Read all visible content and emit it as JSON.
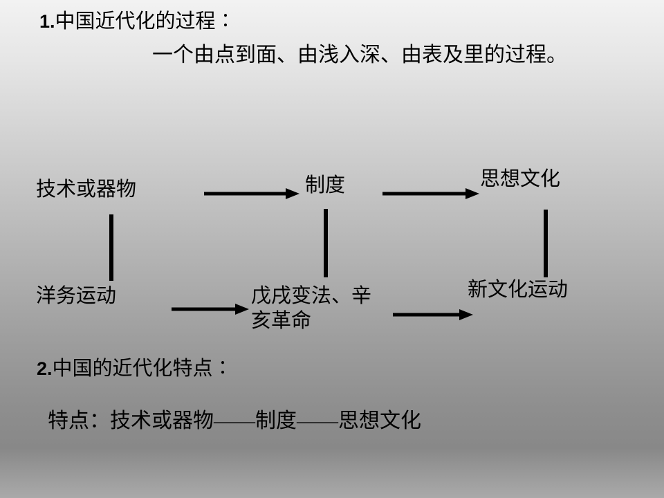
{
  "slide": {
    "background": {
      "top_color": "#f2f2f2",
      "bottom_color": "#a9a9a9",
      "darkest_color": "#888888"
    },
    "heading": {
      "number": "1.",
      "title": "中国近代化的过程∶",
      "subtitle": "一个由点到面、由浅入深、由表及里的过程。"
    },
    "diagram": {
      "top_row": {
        "technology": "技术或器物",
        "system": "制度",
        "thought": "思想文化"
      },
      "bottom_row": {
        "yangwu": "洋务运动",
        "reform_line_1": "戊戌变法、辛",
        "reform_line_2": "亥革命",
        "new_culture": "新文化运动"
      },
      "arrows": [
        {
          "name": "tech-to-system",
          "direction": "right"
        },
        {
          "name": "system-to-thought",
          "direction": "right"
        },
        {
          "name": "yangwu-to-reform",
          "direction": "right"
        },
        {
          "name": "reform-to-newculture",
          "direction": "right"
        }
      ],
      "connectors": [
        {
          "name": "technology-to-yangwu"
        },
        {
          "name": "system-to-reform"
        },
        {
          "name": "thought-to-newculture"
        }
      ],
      "stroke_color": "#000000"
    },
    "section_two": {
      "number": "2.",
      "title": "中国的近代化特点∶",
      "summary": "特点：技术或器物——制度——思想文化"
    }
  }
}
